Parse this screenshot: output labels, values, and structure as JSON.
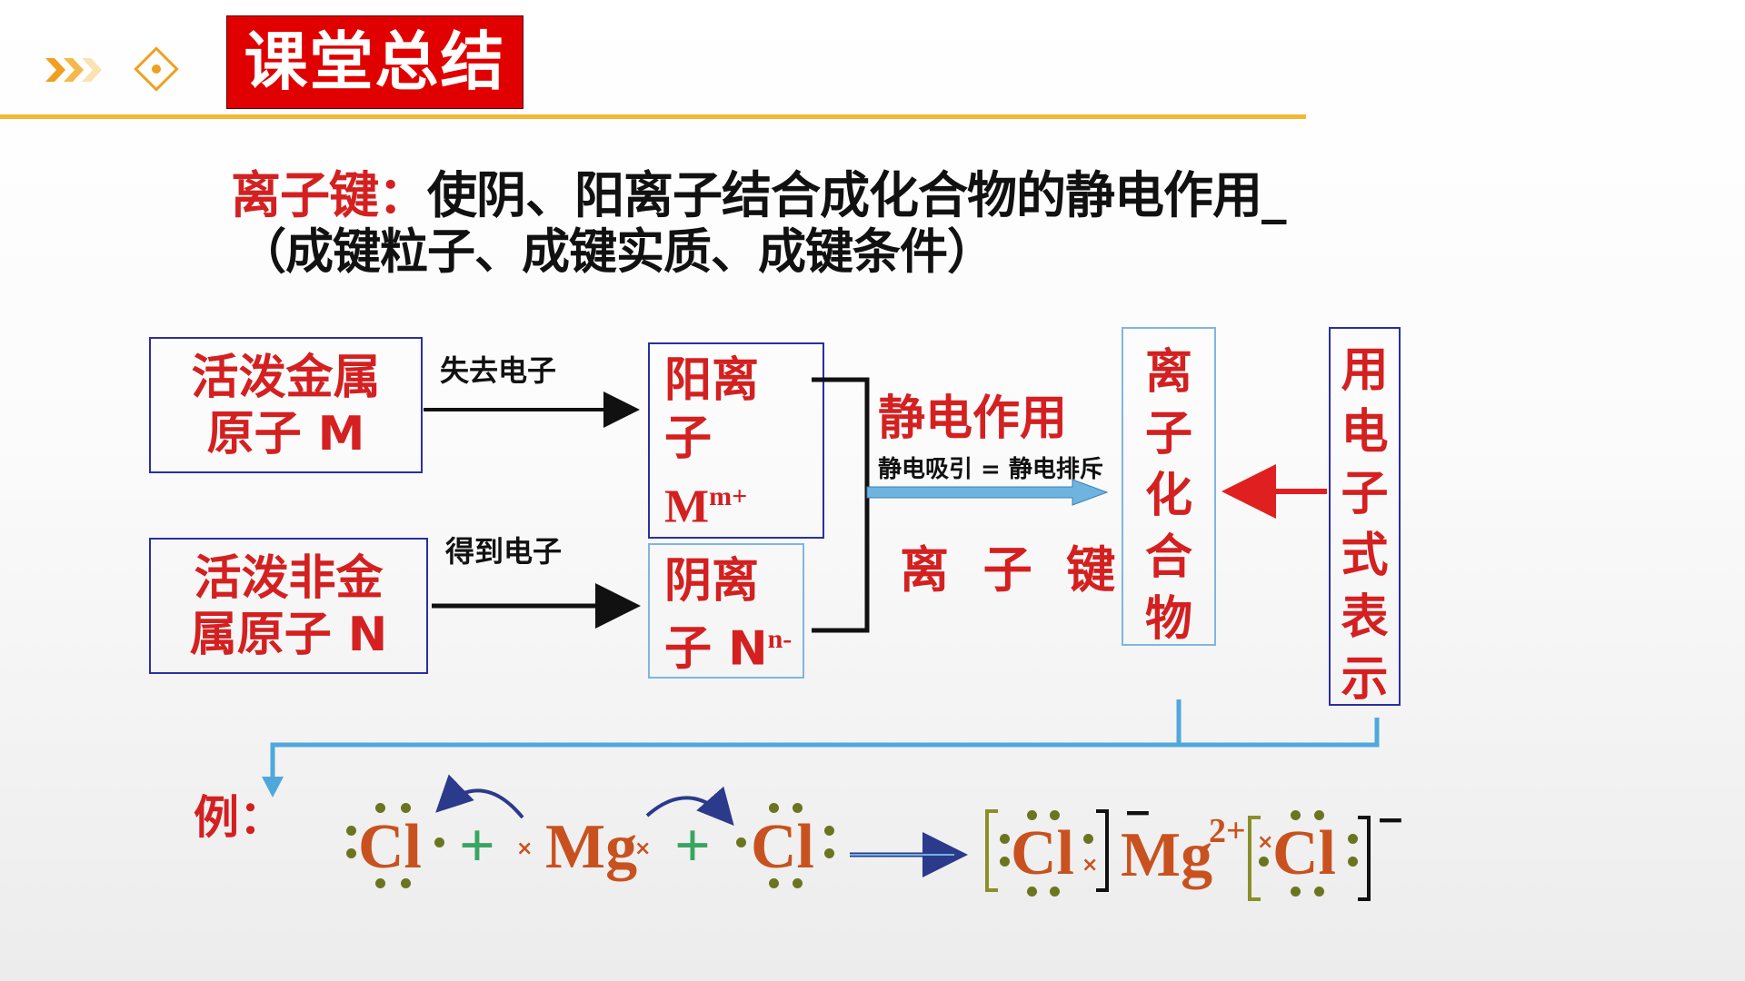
{
  "header": {
    "title": "课堂总结"
  },
  "definition": {
    "term": "离子键",
    "colon": "：",
    "text": "使阴、阳离子结合成化合物的静电作用_",
    "subtitle": "（成键粒子、成键实质、成键条件）"
  },
  "flow": {
    "metal_box": [
      "活泼金属",
      "原子 M"
    ],
    "nonmetal_box": [
      "活泼非金",
      "属原子 N"
    ],
    "lose_label": "失去电子",
    "gain_label": "得到电子",
    "cation_box": {
      "line1": "阳离",
      "line2": "子",
      "symbol": "M",
      "charge": "m+"
    },
    "anion_box": {
      "line1": "阴离",
      "line2": "子 N",
      "charge": "n-"
    },
    "electrostatic_label": "静电作用",
    "balance_label": "静电吸引 = 静电排斥",
    "bond_label": "离  子  键",
    "compound_box": "离子化合物",
    "electron_formula_box": "用电子式表示"
  },
  "example": {
    "label": "例：",
    "cl": "Cl",
    "mg": "Mg",
    "plus": "+",
    "mg_charge": "2+",
    "cl_charge": "−"
  },
  "colors": {
    "red": "#d42020",
    "blue_border": "#2b2fa0",
    "light_blue_border": "#7fb6e0",
    "arrow_blue": "#4fa8dc",
    "orange": "#c8521f",
    "green": "#3aa561",
    "gold_rule": "#f2b733"
  },
  "icons": [
    "double-chevron-icon",
    "diamond-pencil-icon"
  ]
}
